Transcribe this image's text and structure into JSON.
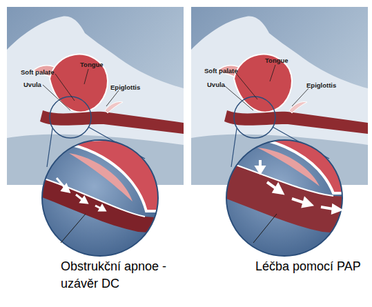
{
  "diagram": {
    "labels": [
      "Soft palate",
      "Uvula",
      "Tongue",
      "Epiglottis",
      "Soft palate",
      "Uvula",
      "Tongue",
      "Epiglottis",
      "Obstrukční apnoe - uzávěr DC",
      "Léčba pomocí PAP"
    ]
  }
}
